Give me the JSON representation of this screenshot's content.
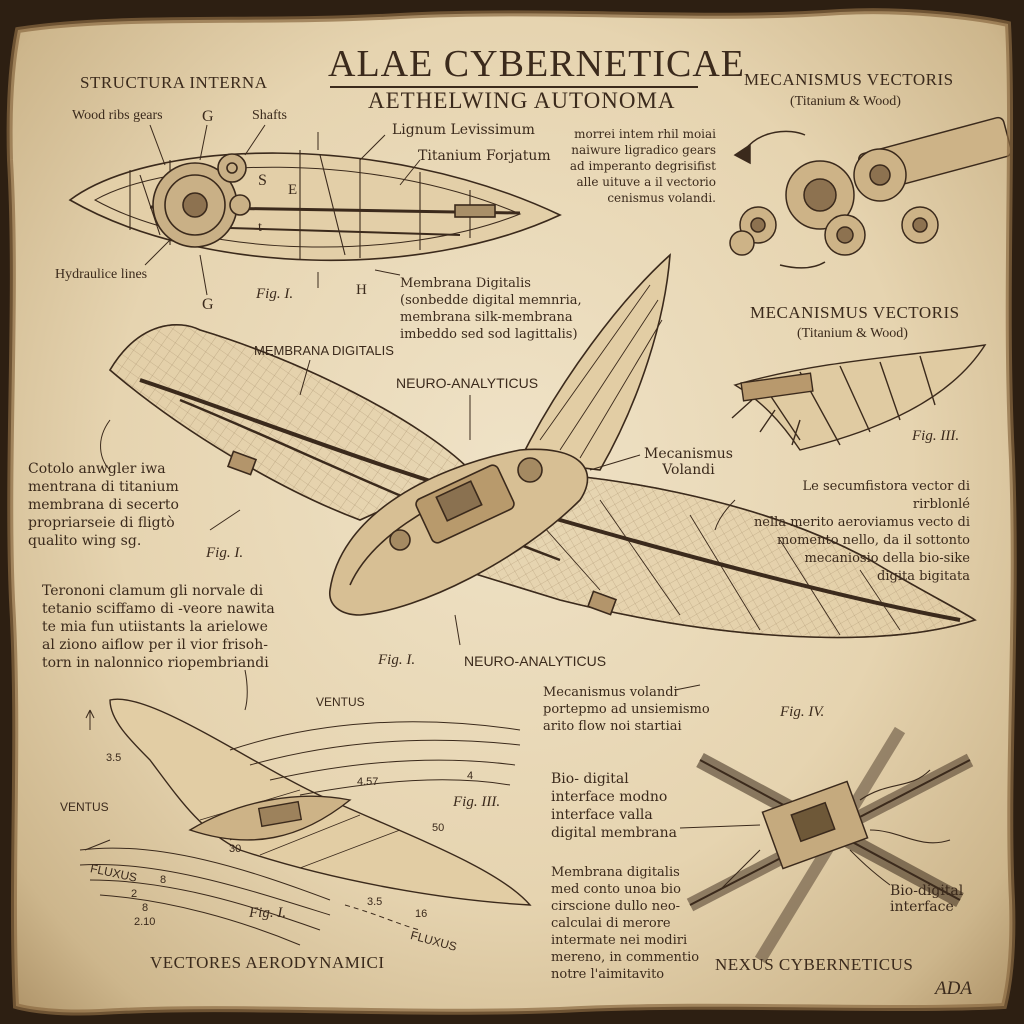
{
  "title": "ALAE CYBERNETICAE",
  "subtitle": "AETHELWING AUTONOMA",
  "structura": {
    "heading": "STRUCTURA INTERNA",
    "wood_ribs": "Wood ribs gears",
    "g_top": "G",
    "shafts": "Shafts",
    "lignum": "Lignum Levissimum",
    "titanium": "Titanium Forjatum",
    "s": "S",
    "e": "E",
    "t": "t",
    "hydraulic": "Hydraulice lines",
    "g_bottom": "G",
    "fig": "Fig. I.",
    "h": "H",
    "membrana": "Membrana Digitalis\n(sonbedde digital memnria,\nmembrana silk-membrana\nimbeddo sed sod lagittalis)"
  },
  "vectoris_top": {
    "note": "morrei intem rhil moiai\nnaiwure ligradico gears\nad imperanto degrisifist\nalle uituve a il vectorio\ncenismus volandi.",
    "heading": "MECANISMUS VECTORIS",
    "sub": "(Titanium & Wood)"
  },
  "vectoris_mid": {
    "heading": "MECANISMUS VECTORIS",
    "sub": "(Titanium & Wood)",
    "fig": "Fig. III."
  },
  "main_wing": {
    "membrana": "MEMBRANA DIGITALIS",
    "neuro_top": "NEURO-ANALYTICUS",
    "mecanismus": "Mecanismus\nVolandi",
    "left_note": "Cotolo anwgler iwa\nmentrana di titanium\nmembrana di secerto\npropriarseie di fligtò\nqualito wing sg.",
    "fig_left": "Fig. I.",
    "right_note": "Le secumfistora vector di rirblonlé\nnella merito aeroviamus vecto di\nmomento nello, da il sottonto\nmecaniosio della bio-sike\ndigita bigitata",
    "lower_note": "Terononi clamum gli norvale di\ntetanio sciffamo di -veore nawita\nte mia fun utiistants la arielowe\nal ziono aiflow per il vior frisoh-\ntorn in nalonnico riopembriandi",
    "fig_bottom": "Fig. I.",
    "neuro_bottom": "NEURO-ANALYTICUS",
    "mec_note": "Mecanismus volandi\nportepmo ad unsiemismo\narito flow noi startiai",
    "fig_iv": "Fig. IV."
  },
  "aero": {
    "ventus_top": "VENTUS",
    "ventus_left": "VENTUS",
    "fluxus_left": "FLUXUS",
    "fluxus_bottom": "FLUXUS",
    "n_35": "3.5",
    "n_457": "4.57",
    "n_4": "4",
    "n_50": "50",
    "n_30": "30",
    "n_2": "2",
    "n_8": "8",
    "n_8b": "8",
    "n_210": "2.10",
    "n_35b": "3.5",
    "n_16": "16",
    "fig_iii": "Fig. III.",
    "fig_i": "Fig. I.",
    "heading": "VECTORES AERODYNAMICI"
  },
  "nexus": {
    "bio_note": "Bio- digital\ninterface modno\ninterface valla\ndigital membrana",
    "membrana_note": "Membrana digitalis\nmed conto unoa bio\ncirscione dullo neo-\ncalculai di merore\nintermate nei modiri\nmereno, in commentio\nnotre l'aimitavito",
    "bio_label": "Bio-digital\ninterface",
    "heading": "NEXUS CYBERNETICUS"
  },
  "signature": "ADA",
  "colors": {
    "ink": "#3b2a1c",
    "parchment": "#e8d8b8",
    "edge": "#a98d62"
  }
}
